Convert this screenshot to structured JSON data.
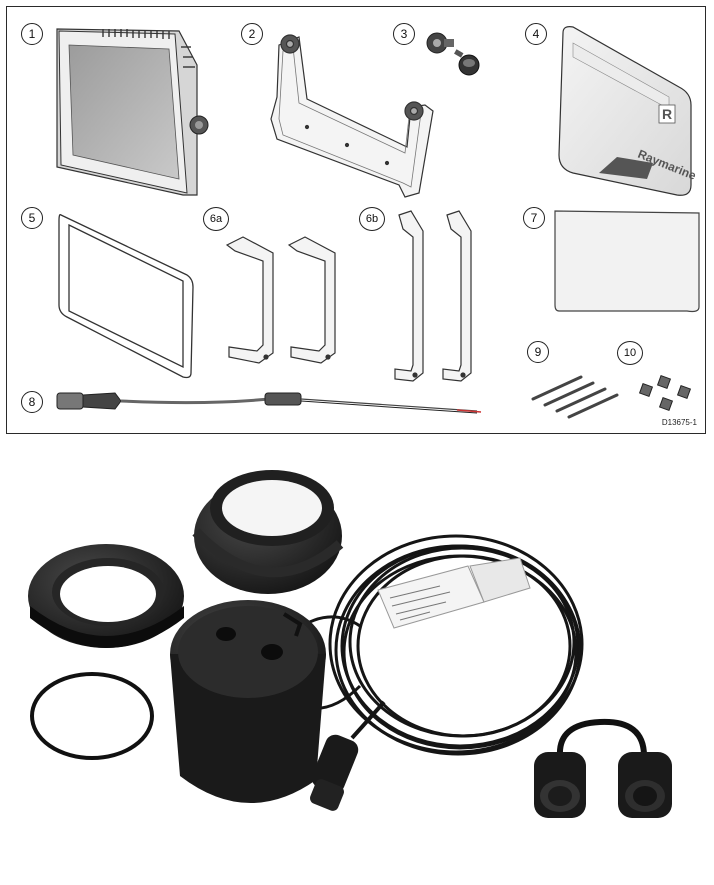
{
  "diagram": {
    "callouts": [
      "1",
      "2",
      "3",
      "4",
      "5",
      "6a",
      "6b",
      "7",
      "8",
      "9",
      "10"
    ],
    "reference_code": "D13675-1",
    "sun_cover_brand": "Raymarine",
    "sun_cover_logo": "R"
  },
  "photo": {
    "items": [
      "transducer-housing",
      "fairing-sleeve",
      "locking-ring",
      "o-ring",
      "transducer-cable",
      "cable-tag",
      "adaptor-cable"
    ]
  }
}
